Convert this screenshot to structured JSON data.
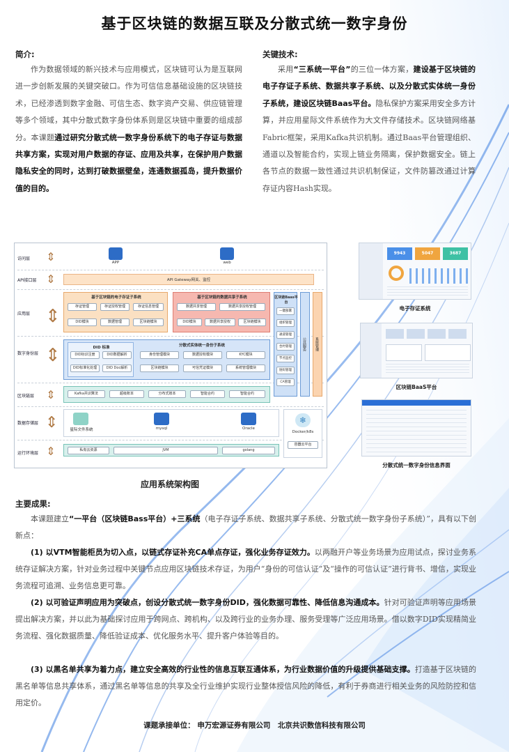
{
  "title": "基于区块链的数据互联及分散式统一数字身份",
  "intro": {
    "heading": "简介:",
    "text_a": "作为数据领域的新兴技术与应用模式，区块链可认为是互联网进一步创新发展的关键突破口。作为可信信息基础设施的区块链技术，已经渗透到数字金融、可信生态、数字资产交易、供应链管理等多个领域，其中分散式数字身份体系则是区块链中重要的组成部分。本课题",
    "text_b": "通过研究分散式统一数字身份系统下的电子存证与数据共享方案，实现对用户数据的存证、应用及共享，在保护用户数据隐私安全的同时，达到打破数据壁垒，连通数据孤岛，提升数据价值的目的。"
  },
  "keytech": {
    "heading": "关键技术:",
    "text_a": "采用",
    "quote": "“三系统一平台”",
    "text_b": "的三位一体方案，",
    "bold_a": "建设基于区块链的电子存证子系统、数据共享子系统、以及分散式实体统一身份子系统，建设区块链Baas平台。",
    "text_c": "隐私保护方案采用安全多方计算，并应用星际文件系统作为大文件存储技术。区块链网络基Fabric框架，采用Kafka共识机制。通过Baas平台管理组织、通道以及智能合约，实现上链业务隔离，保护数据安全。链上各节点的数据一致性通过共识机制保证，文件防篡改通过计算存证内容Hash实现。"
  },
  "diagram": {
    "caption": "应用系统架构图",
    "layers": [
      "访问层",
      "API接口层",
      "应用层",
      "数字身份层",
      "区块链层",
      "数据存储层",
      "运行环境层"
    ],
    "access": {
      "app": "APP",
      "web": "web"
    },
    "api_gateway": "API Gateway网关、监控",
    "app_layer": {
      "left_title": "基于区块链的电子存证子系统",
      "left_items": [
        "存证管理",
        "存证授权管理",
        "存证信息管理",
        "DID模块",
        "数据管理",
        "区块链模块"
      ],
      "right_title": "基于区块链的数据共享子系统",
      "right_items": [
        "数据共享管理",
        "数据共享授权管理",
        "DID模块",
        "数据共享授权",
        "区块链模块"
      ]
    },
    "baas": {
      "title": "区块链Baas平台",
      "items": [
        "一键部署",
        "组织管理",
        "通道管理",
        "合约管理",
        "节点监控",
        "链码管理",
        "CA管理"
      ],
      "side_a": "公共服务",
      "side_b": "系统管理"
    },
    "did_layer": {
      "left_title": "DID 标准",
      "left_items": [
        "DID标识注册",
        "DID数据解析",
        "DID标准化处理",
        "DID Doc解析"
      ],
      "mid_title": "分散式实体统一身份子系统",
      "mid_items": [
        "身份管理模块",
        "数据授权模块",
        "KYC模块",
        "区块链模块",
        "可信凭证模块",
        "系统管理模块"
      ]
    },
    "chain_layer": [
      "Kafka共识算法",
      "超级账本",
      "分布式账本",
      "智能合约",
      "智能合约"
    ],
    "storage": {
      "ipfs": "星际文件系统",
      "mysql": "mysql",
      "oracle": "Oracle",
      "docker": "Docker/k8s",
      "cloud": "容器云平台"
    },
    "runtime": [
      "私有云资源",
      "JVM",
      "golang"
    ]
  },
  "screenshots": [
    {
      "caption": "电子存证系统",
      "stats": [
        "9943",
        "5047",
        "3687"
      ]
    },
    {
      "caption": "区块链BaaS平台"
    },
    {
      "caption": "分散式统一数字身份信息界面"
    }
  ],
  "results": {
    "heading": "主要成果:",
    "intro_a": "本课题建立",
    "intro_b": "“一平台（区块链Bass平台）+三系统",
    "intro_c": "（电子存证子系统、数据共享子系统、分散式统一数字身份子系统）”，具有以下创新点：",
    "p1_bold": "(1) 以VTM智能柜员为切入点，以链式存证补充CA单点存证，强化业务存证效力。",
    "p1_text": "以两融开户等业务场景为应用试点，探讨业务系统存证解决方案，针对业务过程中关键节点应用区块链技术存证，为用户“身份的可信认证”及“操作的可信认证”进行背书、增信，实现业务流程可追溯、业务信息更可靠。",
    "p2_bold": "(2) 以可验证声明应用为突破点，创设分散式统一数字身份DID，强化数据可靠性、降低信息沟通成本。",
    "p2_text": "针对可验证声明等应用场景提出解决方案，并以此为基础探讨应用于跨网点、跨机构、以及跨行业的业务办理、服务受理等广泛应用场景。借以数字DID实现精简业务流程、强化数据质量、降低验证成本、优化服务水平、提升客户体验等目的。",
    "p3_bold": "(3) 以黑名单共享为着力点，建立安全高效的行业性的信息互联互通体系，为行业数据价值的升级提供基础支撑。",
    "p3_text": "打造基于区块链的黑名单等信息共享体系，通过黑名单等信息的共享及全行业维护实现行业整体授信风险的降低，有利于券商进行相关业务的风险防控和信用定价。"
  },
  "footer": "课题承接单位： 申万宏源证券有限公司　北京共识数信科技有限公司",
  "colors": {
    "accent_blue": "#2b6fd6",
    "orange": "#f6c99a",
    "red_panel": "#f7b9b3",
    "blue_panel": "#c9dcf5"
  }
}
